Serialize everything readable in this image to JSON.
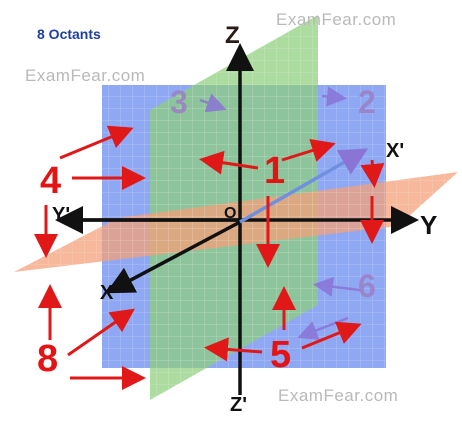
{
  "title": "8 Octants",
  "watermark": "ExamFear.com",
  "axes": {
    "z": "Z",
    "z_neg": "Z'",
    "y": "Y",
    "y_neg": "Y'",
    "x": "X",
    "x_neg": "X'",
    "origin": "O"
  },
  "octants": {
    "one": "1",
    "two": "2",
    "three": "3",
    "four": "4",
    "five": "5",
    "six": "6",
    "eight": "8"
  },
  "colors": {
    "blue_plane": "#6f8ff0",
    "green_plane": "#8ccf7a",
    "orange_plane": "#f4a07a",
    "arrows": "#e01818",
    "title": "#1f3f9f",
    "faint_numbers": "#9b7fc6"
  }
}
